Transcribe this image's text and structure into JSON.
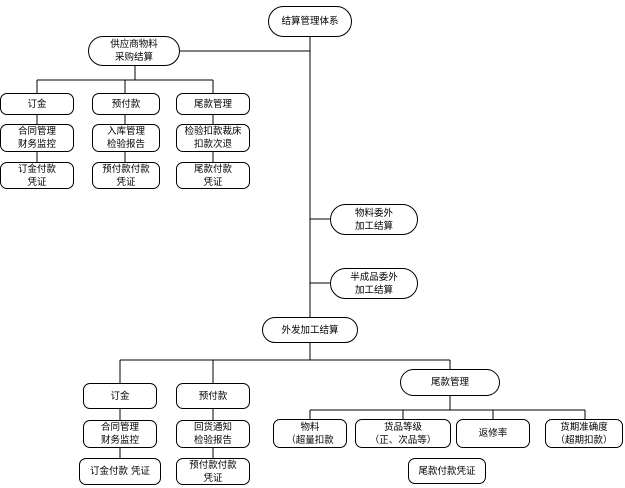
{
  "root": {
    "label": "结算管理体系"
  },
  "supply": {
    "label": [
      "供应商物料",
      "采购结算"
    ],
    "deposit": {
      "label": "订金",
      "step1": [
        "合同管理",
        "财务监控"
      ],
      "step2": [
        "订金付款",
        "凭证"
      ]
    },
    "prepay": {
      "label": "预付款",
      "step1": [
        "入库管理",
        "检验报告"
      ],
      "step2": [
        "预付款付款",
        "凭证"
      ]
    },
    "balance": {
      "label": "尾款管理",
      "step1": [
        "检验扣款裁床",
        "扣款次退"
      ],
      "step2": [
        "尾款付款",
        "凭证"
      ]
    }
  },
  "material_outsource": {
    "label": [
      "物料委外",
      "加工结算"
    ]
  },
  "semi_outsource": {
    "label": [
      "半成品委外",
      "加工结算"
    ]
  },
  "outsource": {
    "label": "外发加工结算",
    "deposit": {
      "label": "订金",
      "step1": [
        "合同管理",
        "财务监控"
      ],
      "step2": [
        "订金付款 凭证"
      ]
    },
    "prepay": {
      "label": "预付款",
      "step1": [
        "回货通知",
        "检验报告"
      ],
      "step2": [
        "预付款付款",
        "凭证"
      ]
    },
    "balance": {
      "label": "尾款管理",
      "items": [
        [
          "物料",
          "（超量扣款"
        ],
        [
          "货品等级",
          "（正、次品等）"
        ],
        [
          "返修率"
        ],
        [
          "货期准确度",
          "（超期扣款）"
        ]
      ],
      "voucher": [
        "尾款付款凭证"
      ]
    }
  }
}
